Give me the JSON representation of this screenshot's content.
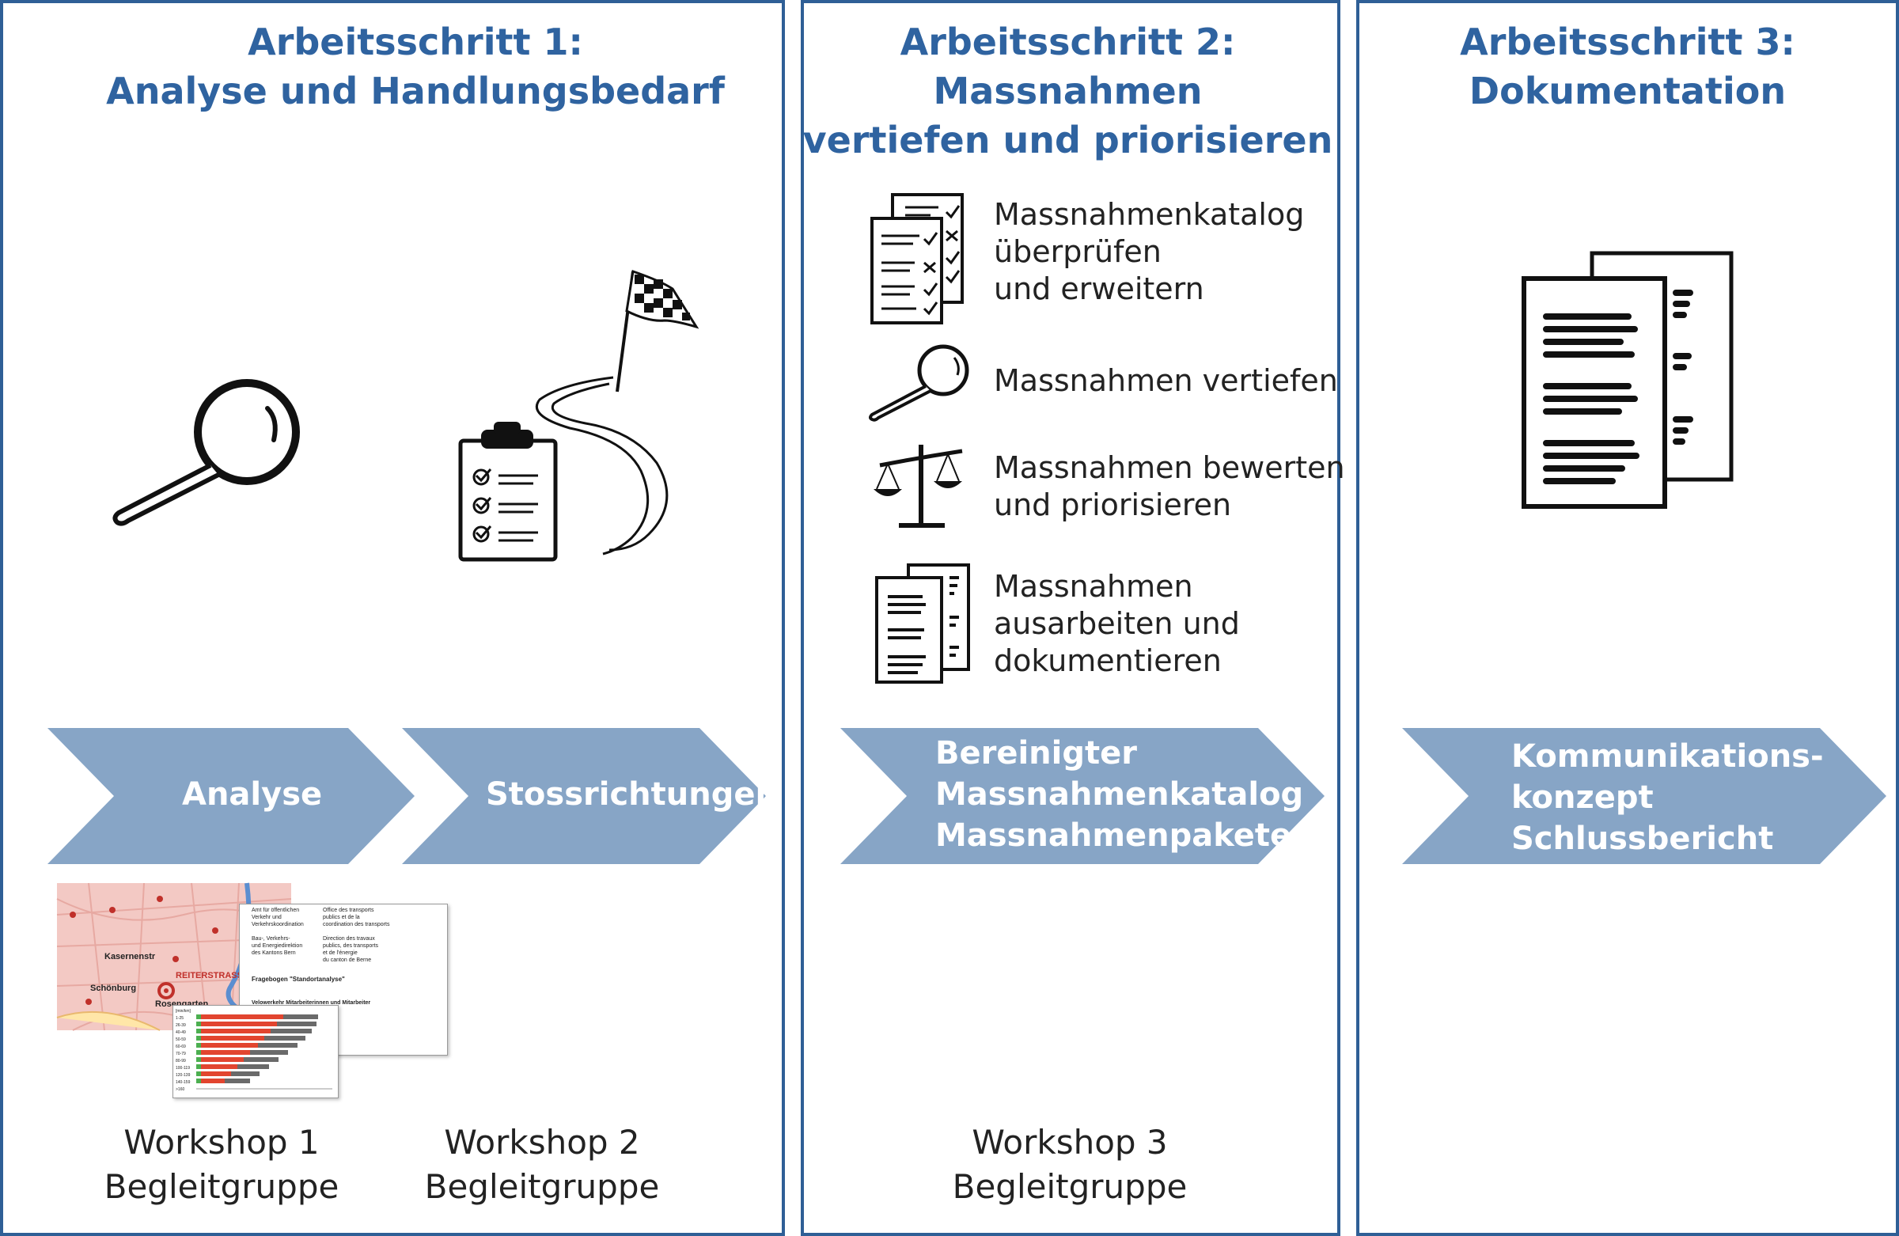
{
  "steps": [
    {
      "title_lines": [
        "Arbeitsschritt 1:",
        "Analyse und Handlungsbedarf"
      ],
      "outputs": [
        {
          "label_lines": [
            "Analyse"
          ]
        },
        {
          "label_lines": [
            "Stossrichtungen"
          ]
        }
      ],
      "workshops": [
        {
          "lines": [
            "Workshop 1",
            "Begleitgruppe"
          ]
        },
        {
          "lines": [
            "Workshop 2",
            "Begleitgruppe"
          ]
        }
      ]
    },
    {
      "title_lines": [
        "Arbeitsschritt 2:",
        "Massnahmen",
        "vertiefen und priorisieren"
      ],
      "items": [
        {
          "icon": "checklist-documents-icon",
          "lines": [
            "Massnahmenkatalog",
            "überprüfen",
            "und erweitern"
          ]
        },
        {
          "icon": "magnifier-icon",
          "lines": [
            "Massnahmen vertiefen"
          ]
        },
        {
          "icon": "balance-scale-icon",
          "lines": [
            "Massnahmen bewerten",
            "und priorisieren"
          ]
        },
        {
          "icon": "text-documents-icon",
          "lines": [
            "Massnahmen",
            "ausarbeiten und",
            "dokumentieren"
          ]
        }
      ],
      "outputs": [
        {
          "label_lines": [
            "Bereinigter",
            "Massnahmenkatalog",
            "Massnahmenpakete"
          ]
        }
      ],
      "workshops": [
        {
          "lines": [
            "Workshop 3",
            "Begleitgruppe"
          ]
        }
      ]
    },
    {
      "title_lines": [
        "Arbeitsschritt 3:",
        "Dokumentation"
      ],
      "outputs": [
        {
          "label_lines": [
            "Kommunikations-",
            "konzept",
            "Schlussbericht"
          ]
        }
      ]
    }
  ],
  "thumbnails": {
    "map_labels": [
      "Kasernenstr",
      "REITERSTRASSE",
      "Schönburg",
      "Rosengarten"
    ],
    "letter_lines_left": [
      "Amt für öffentlichen",
      "Verkehr und",
      "Verkehrskoordination",
      "",
      "Bau-, Verkehrs-",
      "und Energiedirektion",
      "des Kantons Bern"
    ],
    "letter_lines_right": [
      "Office des transports",
      "publics et de la",
      "coordination des transports",
      "",
      "Direction des travaux",
      "publics, des transports",
      "et de l'énergie",
      "du canton de Berne"
    ],
    "letter_heading": "Fragebogen \"Standortanalyse\"",
    "letter_sub": "Velowerkehr Mitarbeiterinnen und Mitarbeiter",
    "chart_rows": [
      "[min/km]",
      "1-25",
      "26-39",
      "40-49",
      "50-59",
      "60-69",
      "70-79",
      "80-99",
      "100-119",
      "120-139",
      "140-159",
      ">160"
    ]
  },
  "colors": {
    "frame": "#2f5f96",
    "title": "#2f63a0",
    "chevron": "#87a5c6"
  }
}
